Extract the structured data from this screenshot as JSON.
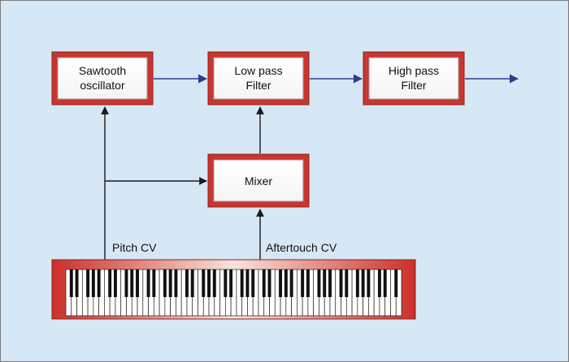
{
  "blocks": {
    "oscillator": {
      "line1": "Sawtooth",
      "line2": "oscillator"
    },
    "lowpass": {
      "line1": "Low pass",
      "line2": "Filter"
    },
    "highpass": {
      "line1": "High pass",
      "line2": "Filter"
    },
    "mixer": {
      "label": "Mixer"
    }
  },
  "labels": {
    "pitch_cv": "Pitch CV",
    "aftertouch_cv": "Aftertouch CV"
  },
  "colors": {
    "background": "#d6e7f6",
    "block_red": "#c8362e",
    "signal_arrow": "#2c3e8c",
    "control_arrow": "#1a1a1a",
    "keyboard_red": "#c8362e"
  },
  "keyboard": {
    "white_keys": 61
  }
}
